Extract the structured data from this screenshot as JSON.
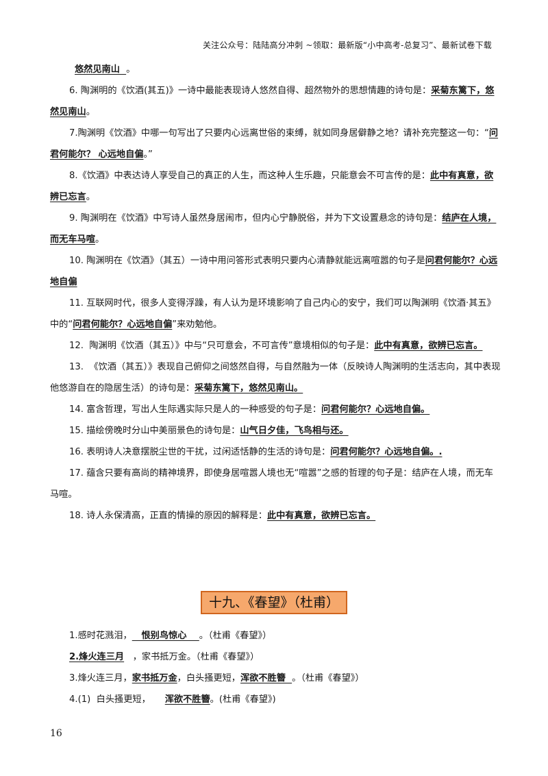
{
  "header": {
    "text": "关注公众号：陆陆高分冲刺 ~领取：最新版“小中高考-总复习”、最新试卷下载"
  },
  "items": [
    {
      "id": "cont",
      "parts": [
        {
          "a": "悠然见南山  "
        },
        {
          "t": "。"
        }
      ]
    },
    {
      "id": "q6",
      "parts": [
        {
          "t": "6. 陶渊明的《饮酒(其五)》一诗中最能表现诗人悠然自得、超然物外的思想情趣的诗句是："
        },
        {
          "a": "采菊东篱下，悠然见南山"
        },
        {
          "t": "。"
        }
      ]
    },
    {
      "id": "q7",
      "parts": [
        {
          "t": "7.陶渊明《饮酒》中哪一句写出了只要内心远离世俗的束缚，就如同身居僻静之地？请补充完整这一句：“"
        },
        {
          "a": "问君何能尔？ 心远地自偏"
        },
        {
          "t": "。”"
        }
      ]
    },
    {
      "id": "q8",
      "parts": [
        {
          "t": "8.《饮酒》中表达诗人享受自己的真正的人生，而这种人生乐趣，只能意会不可言传的是："
        },
        {
          "a": "此中有真意，欲辨已忘言"
        },
        {
          "t": "。"
        }
      ]
    },
    {
      "id": "q9",
      "parts": [
        {
          "t": "9. 陶渊明在《饮酒》中写诗人虽然身居闹市，但内心宁静脱俗，并为下文设置悬念的诗句是："
        },
        {
          "a": "结庐在人境，而无车马喧"
        },
        {
          "t": "。"
        }
      ]
    },
    {
      "id": "q10",
      "parts": [
        {
          "t": "10. 陶渊明在《饮酒》（其五）一诗中用问答形式表明只要内心清静就能远离喧嚣的句子是"
        },
        {
          "a": "问君何能尔？心远地自偏"
        }
      ]
    },
    {
      "id": "q11",
      "parts": [
        {
          "t": "11. 互联网时代，很多人变得浮躁，有人认为是环境影响了自己内心的安宁，我们可以陶渊明《饮酒·其五》中的“"
        },
        {
          "a": "问君何能尔？心远地自偏"
        },
        {
          "t": "”来劝勉他。"
        }
      ]
    },
    {
      "id": "q12",
      "parts": [
        {
          "t": "12.  陶渊明《饮酒（其五）》中与“只可意会，不可言传”意境相似的句子是："
        },
        {
          "a": "此中有真意，欲辨已忘言。"
        }
      ]
    },
    {
      "id": "q13",
      "parts": [
        {
          "t": "13.  《饮酒（其五）》表现自己俯仰之间悠然自得，与自然融为一体（反映诗人陶渊明的生活志向，其中表现他悠游自在的隐居生活）的诗句是："
        },
        {
          "a": "采菊东篱下，悠然见南山。"
        }
      ]
    },
    {
      "id": "q14",
      "parts": [
        {
          "t": "14. 富含哲理，写出人生际遇实际只是人的一种感受的句子是："
        },
        {
          "a": "问君何能尔？心远地自偏。"
        }
      ]
    },
    {
      "id": "q15",
      "parts": [
        {
          "t": "15. 描绘傍晚时分山中美丽景色的诗句是："
        },
        {
          "a": "山气日夕佳，飞鸟相与还。"
        }
      ]
    },
    {
      "id": "q16",
      "parts": [
        {
          "t": "16. 表明诗人决意摆脱尘世的干扰，过闲适恬静的生活的诗句是："
        },
        {
          "a": "问君何能尔？心远地自偏。."
        }
      ]
    },
    {
      "id": "q17",
      "parts": [
        {
          "t": "17. 蕴含只要有高尚的精神境界，即使身居喧嚣人境也无“喧嚣”之感的哲理的句子是：结庐在人境，而无车马喧。"
        }
      ]
    },
    {
      "id": "q18",
      "parts": [
        {
          "t": "18. 诗人永保清高，正直的情操的原因的解释是："
        },
        {
          "a": "此中有真意，欲辨已忘言。"
        }
      ]
    }
  ],
  "section_title": "十九、《春望》（杜甫）",
  "section_items": [
    {
      "id": "s1",
      "parts": [
        {
          "t": "1.感时花溅泪，"
        },
        {
          "a": "   恨别鸟惊心    "
        },
        {
          "t": "。（杜甫《春望》）"
        }
      ]
    },
    {
      "id": "s2",
      "parts": [
        {
          "a": "2.烽火连三月"
        },
        {
          "t": "   ，家书抵万金。（杜甫《春望》）"
        }
      ]
    },
    {
      "id": "s3",
      "parts": [
        {
          "t": "3.烽火连三月，"
        },
        {
          "a": "家书抵万金"
        },
        {
          "t": "，白头搔更短，"
        },
        {
          "a": "浑欲不胜簪  "
        },
        {
          "t": "。（杜甫《春望》）"
        }
      ]
    },
    {
      "id": "s4",
      "parts": [
        {
          "t": "4.(1)  白头搔更短，     "
        },
        {
          "a": "浑欲不胜簪"
        },
        {
          "t": "。(杜甫《春望》)"
        }
      ]
    }
  ],
  "page_number": "16"
}
